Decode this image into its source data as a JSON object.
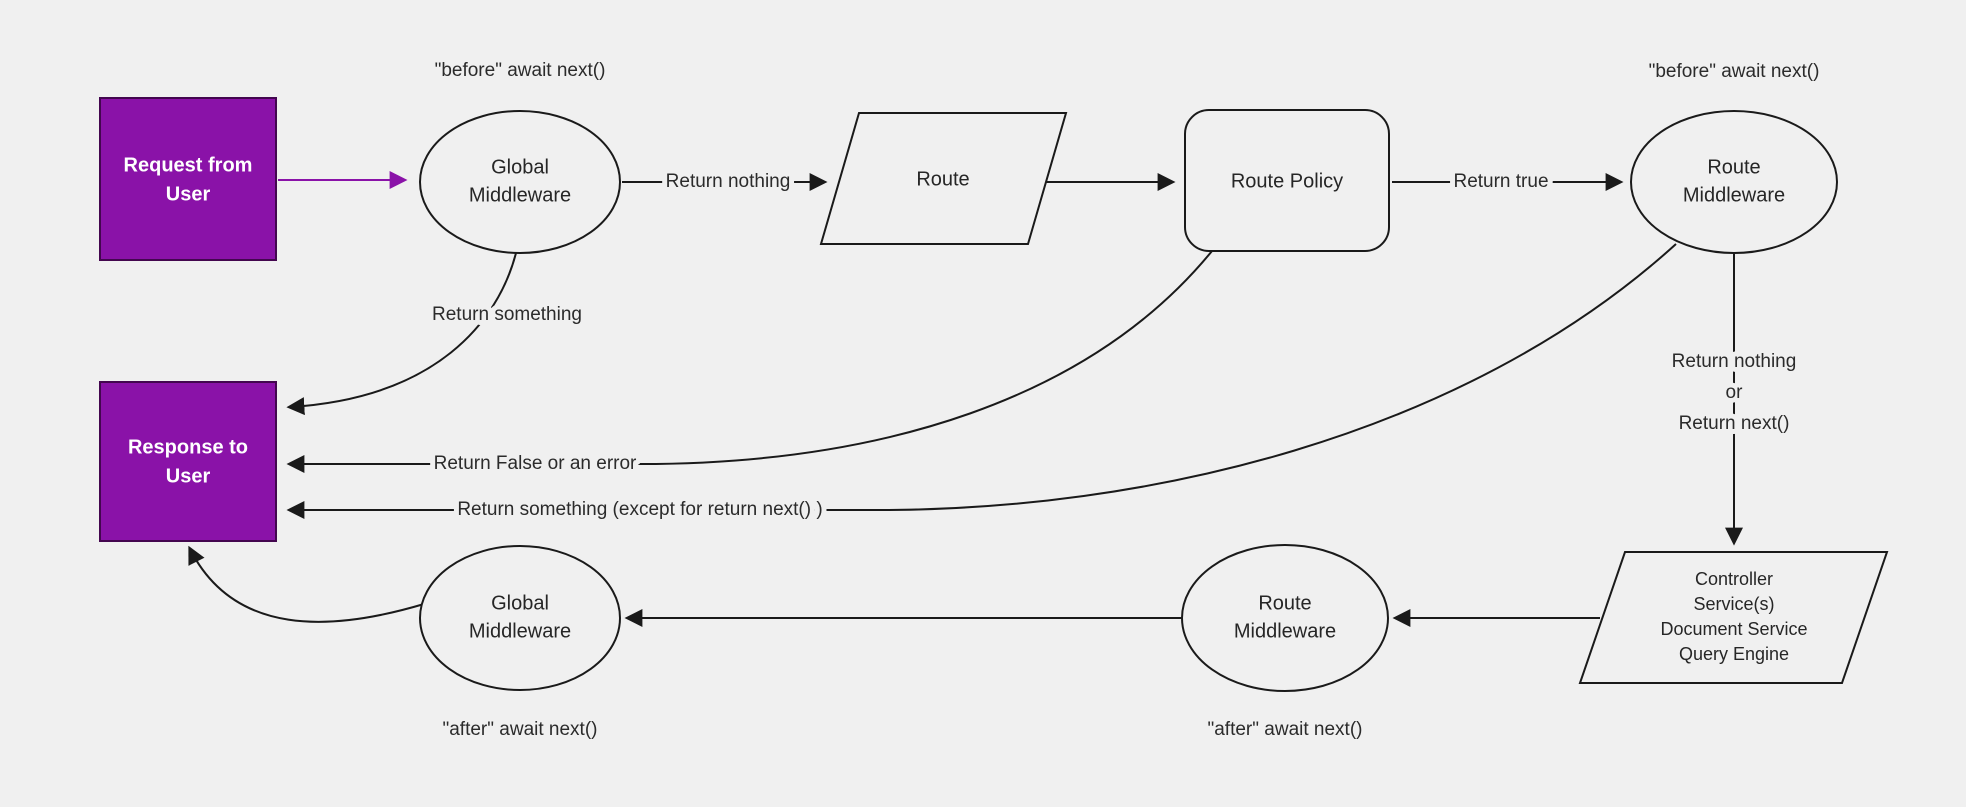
{
  "diagram": {
    "colors": {
      "background": "#f0f0f0",
      "node_fill": "#f0f0f0",
      "node_stroke": "#1a1a1a",
      "arrow": "#1a1a1a",
      "accent_purple": "#8a12a8",
      "accent_purple_border": "#43064f",
      "text": "#262626",
      "text_on_purple": "#ffffff"
    },
    "nodes": {
      "request_from_user": {
        "line1": "Request from",
        "line2": "User"
      },
      "global_middleware_top": {
        "line1": "Global",
        "line2": "Middleware",
        "annotation": "\"before\" await next()"
      },
      "route": {
        "label": "Route"
      },
      "route_policy": {
        "label": "Route Policy"
      },
      "route_middleware_top": {
        "line1": "Route",
        "line2": "Middleware",
        "annotation": "\"before\" await next()"
      },
      "controller_services": {
        "line1": "Controller",
        "line2": "Service(s)",
        "line3": "Document Service",
        "line4": "Query Engine"
      },
      "route_middleware_bottom": {
        "line1": "Route",
        "line2": "Middleware",
        "annotation": "\"after\" await next()"
      },
      "global_middleware_bottom": {
        "line1": "Global",
        "line2": "Middleware",
        "annotation": "\"after\" await next()"
      },
      "response_to_user": {
        "line1": "Response to",
        "line2": "User"
      }
    },
    "edges": {
      "global_to_route": {
        "label": "Return nothing"
      },
      "policy_to_middleware": {
        "label": "Return true"
      },
      "global_to_response": {
        "label": "Return something"
      },
      "policy_to_response": {
        "label": "Return False or an error"
      },
      "middleware_to_response": {
        "label": "Return something (except for return next() )"
      },
      "middleware_to_controller": {
        "line1": "Return nothing",
        "line2": "or",
        "line3": "Return next()"
      }
    }
  }
}
